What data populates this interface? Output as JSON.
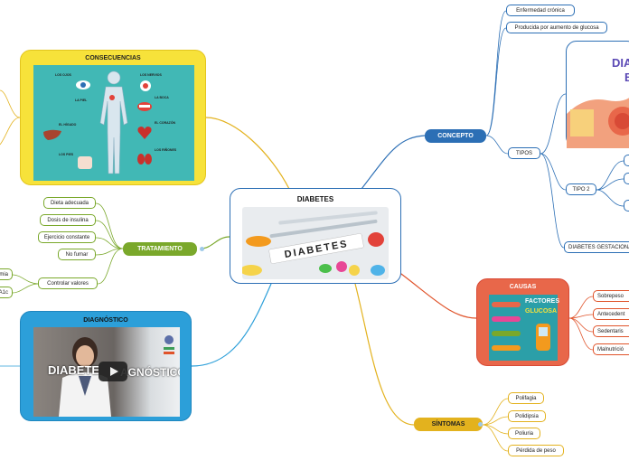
{
  "central": {
    "title": "DIABETES",
    "image_word": "DIABETES"
  },
  "concepto": {
    "label": "CONCEPTO",
    "items": [
      "Enfermedad crónica",
      "Producida por aumento de glucosa"
    ],
    "tipos": {
      "label": "TIPOS",
      "tipo2": "TIPO 2",
      "gestacional": "DIABETES GESTACIONAL"
    },
    "image_text_1": "DIA",
    "image_text_2": "B"
  },
  "consecuencias": {
    "title": "CONSECUENCIAS",
    "labels": [
      "LOS OJOS",
      "LA PIEL",
      "EL HÍGADO",
      "LOS PIES",
      "LOS NERVIOS",
      "LA BOCA",
      "EL CORAZÓN",
      "LOS RIÑONES"
    ]
  },
  "tratamiento": {
    "label": "TRATAMIENTO",
    "items": [
      "Dieta adecuada",
      "Dosis de insulina",
      "Ejercicio constante",
      "No fumar",
      "Controlar valores"
    ],
    "partial": [
      "mia",
      "A1c"
    ]
  },
  "diagnostico": {
    "title": "DIAGNÓSTICO",
    "video_text_left": "DIABETE",
    "video_text_right": "AGNÓSTICO"
  },
  "causas": {
    "title": "CAUSAS",
    "image_title_1": "FACTORES",
    "image_title_2": "GLUCOSA",
    "items": [
      "Sobrepeso",
      "Antecedent",
      "Sedentaris",
      "Malnutrició"
    ]
  },
  "sintomas": {
    "label": "SÍNTOMAS",
    "items": [
      "Polifagia",
      "Polidipsia",
      "Poliuria",
      "Pérdida de peso"
    ]
  },
  "colors": {
    "blue": "#2c6fb5",
    "green": "#7aa82b",
    "orange": "#e0532a",
    "yellow": "#e3b21e",
    "teal": "#41b8b5"
  }
}
